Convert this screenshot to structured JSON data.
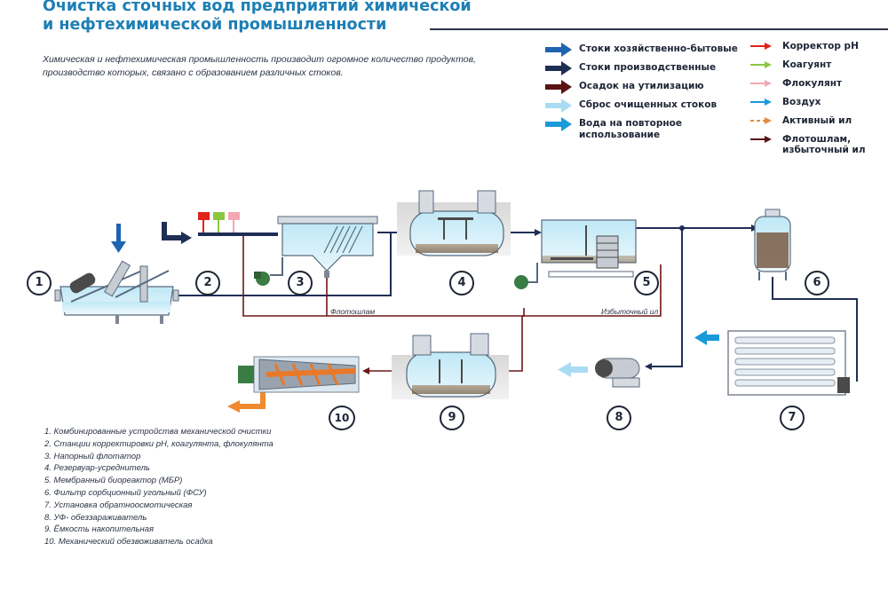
{
  "title": {
    "line1": "Очистка сточных вод предприятий химической",
    "line2": "и нефтехимической промышленности"
  },
  "intro": "Химическая и нефтехимическая промышленность производит огромное количество продуктов, производство которых, связано с образованием различных стоков.",
  "legend_left": [
    {
      "label": "Стоки хозяйственно-бытовые",
      "color": "#1e64b0",
      "icon": "thick-arrow"
    },
    {
      "label": "Стоки производственные",
      "color": "#1f2e55",
      "icon": "thick-arrow"
    },
    {
      "label": "Осадок на утилизацию",
      "color": "#5b1212",
      "icon": "thick-arrow"
    },
    {
      "label": "Сброс очищенных стоков",
      "color": "#a9dcf3",
      "icon": "thick-arrow"
    },
    {
      "label": "Вода на повторное",
      "label2": "использование",
      "color": "#1a9ad8",
      "icon": "thick-arrow"
    }
  ],
  "legend_right": [
    {
      "label": "Корректор pH",
      "color": "#e2231a",
      "icon": "thin-arrow"
    },
    {
      "label": "Коагуянт",
      "color": "#8cc63f",
      "icon": "thin-arrow"
    },
    {
      "label": "Флокулянт",
      "color": "#f4a7b2",
      "icon": "thin-arrow"
    },
    {
      "label": "Воздух",
      "color": "#1a9ad8",
      "icon": "thin-arrow"
    },
    {
      "label": "Активный ил",
      "color": "#e88a3d",
      "icon": "dashed-arrow"
    },
    {
      "label": "Флотошлам,",
      "label2": "избыточный ил",
      "color": "#5b1212",
      "icon": "thin-arrow"
    }
  ],
  "stages": [
    "1",
    "2",
    "3",
    "4",
    "5",
    "6",
    "7",
    "8",
    "9",
    "10"
  ],
  "flow_labels": {
    "flotation_sludge": "Флотошлам",
    "excess_sludge": "Избыточный ил"
  },
  "equipment_list": [
    "1. Комбинированные устройства механической очистки",
    "2. Станции корректировки pH, коагулянта, флокулянта",
    "3. Напорный флотатор",
    "4. Резервуар-усреднитель",
    "5. Мембранный биореактор (МБР)",
    "6. Фильтр сорбционный угольный (ФСУ)",
    "7. Установка обратноосмотическая",
    "8. УФ- обеззараживатель",
    "9. Ёмкость накопительная",
    "10. Механический обезвоживатель осадка"
  ]
}
